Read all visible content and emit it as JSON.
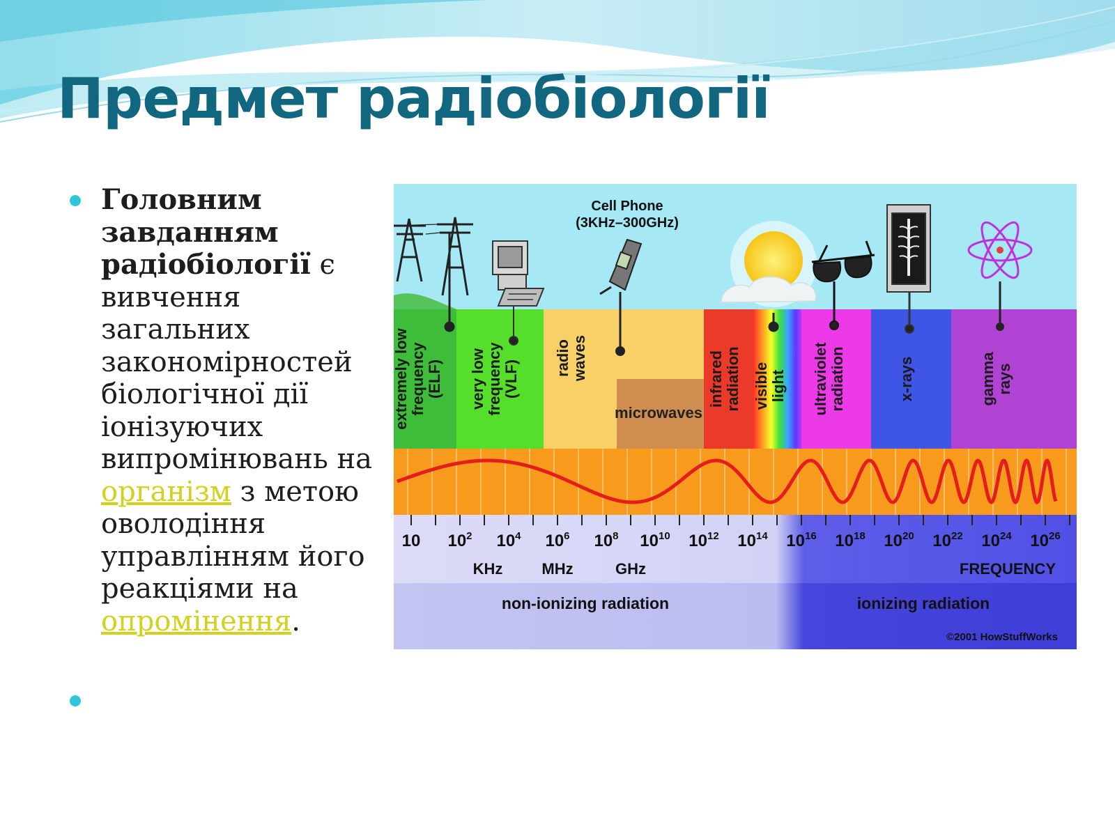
{
  "slide": {
    "title": "Предмет радіобіології",
    "paragraph": {
      "bold": "Головним завданням радіобіології",
      "part1": " є вивчення загальних закономірностей біологічної дії іонізуючих випромінювань на ",
      "link1": "організм",
      "part2": " з метою оволодіння управлінням його реакціями на ",
      "link2": "опромінення",
      "part3": "."
    },
    "colors": {
      "title": "#11677f",
      "bullet": "#32c6dc",
      "link": "#d2d21e"
    }
  },
  "spectrum": {
    "cell_phone": {
      "title": "Cell Phone",
      "range": "(3KHz–300GHz)"
    },
    "bands": [
      {
        "label": [
          "extremely low",
          "frequency",
          "(ELF)"
        ],
        "color": "#3ebd3a"
      },
      {
        "label": [
          "very low",
          "frequency",
          "(VLF)"
        ],
        "color": "#55df2a"
      },
      {
        "label": [
          "radio",
          "waves"
        ],
        "color": "#f8d068"
      },
      {
        "label": [
          "microwaves"
        ],
        "color": "#cf8e50"
      },
      {
        "label": [
          "infrared",
          "radiation"
        ],
        "color": "#eb3a2a"
      },
      {
        "label": [
          "visible",
          "light"
        ],
        "color": "rainbow"
      },
      {
        "label": [
          "ultraviolet",
          "radiation"
        ],
        "color": "#ec3ae8"
      },
      {
        "label": [
          "x-rays"
        ],
        "color": "#3e55e6"
      },
      {
        "label": [
          "gamma",
          "rays"
        ],
        "color": "#b043d4"
      }
    ],
    "frequency_exponents": [
      "",
      "2",
      "4",
      "6",
      "8",
      "10",
      "12",
      "14",
      "16",
      "18",
      "20",
      "22",
      "24",
      "26"
    ],
    "frequency_base": "10",
    "units": [
      "KHz",
      "MHz",
      "GHz"
    ],
    "frequency_label": "FREQUENCY",
    "non_ionizing": "non-ionizing radiation",
    "ionizing": "ionizing radiation",
    "copyright": "©2001 HowStuffWorks",
    "icons": [
      "power-tower-icon",
      "computer-icon",
      "cell-phone-icon",
      "sun-icon",
      "sunglasses-icon",
      "xray-icon",
      "atom-icon"
    ]
  }
}
